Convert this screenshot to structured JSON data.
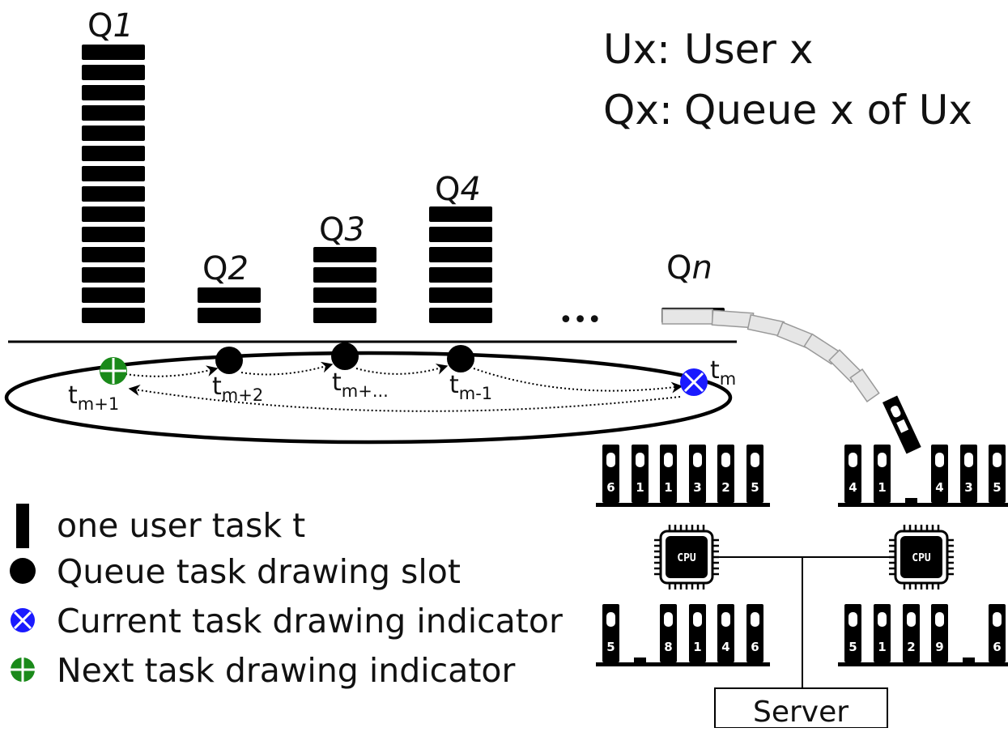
{
  "definitions": [
    {
      "term": "Ux:",
      "meaning": "User x"
    },
    {
      "term": "Qx:",
      "meaning": "Queue x of Ux"
    }
  ],
  "queues": [
    {
      "prefix": "Q",
      "index": "1",
      "tasks": 14
    },
    {
      "prefix": "Q",
      "index": "2",
      "tasks": 2
    },
    {
      "prefix": "Q",
      "index": "3",
      "tasks": 4
    },
    {
      "prefix": "Q",
      "index": "4",
      "tasks": 6
    },
    {
      "prefix": "Q",
      "index": "n",
      "tasks": 1
    }
  ],
  "ellipsis": "•••",
  "ring_labels": [
    {
      "base": "t",
      "sub": "m+1",
      "state": "next"
    },
    {
      "base": "t",
      "sub": "m+2",
      "state": "queue"
    },
    {
      "base": "t",
      "sub": "m+...",
      "state": "queue"
    },
    {
      "base": "t",
      "sub": "m-1",
      "state": "queue"
    },
    {
      "base": "t",
      "sub": "m",
      "state": "current"
    }
  ],
  "legend": [
    {
      "symbol": "task-bar",
      "text": "one user task t"
    },
    {
      "symbol": "queue-slot",
      "text": "Queue task drawing slot"
    },
    {
      "symbol": "current-indicator",
      "text": "Current task drawing indicator"
    },
    {
      "symbol": "next-indicator",
      "text": "Next task drawing indicator"
    }
  ],
  "cpus": [
    {
      "label": "CPU",
      "top_slots": [
        "6",
        "1",
        "1",
        "3",
        "2",
        "5"
      ],
      "bottom_slots": [
        "5",
        "",
        "8",
        "1",
        "4",
        "6"
      ]
    },
    {
      "label": "CPU",
      "top_slots": [
        "4",
        "1",
        "",
        "4",
        "3",
        "5"
      ],
      "bottom_slots": [
        "5",
        "1",
        "2",
        "9",
        "",
        "6"
      ]
    }
  ],
  "server": {
    "label": "Server"
  },
  "colors": {
    "ink": "#000000",
    "current_indicator": "#1a1aff",
    "next_indicator": "#1a8a1a",
    "moving_task": "#e6e6e6"
  }
}
